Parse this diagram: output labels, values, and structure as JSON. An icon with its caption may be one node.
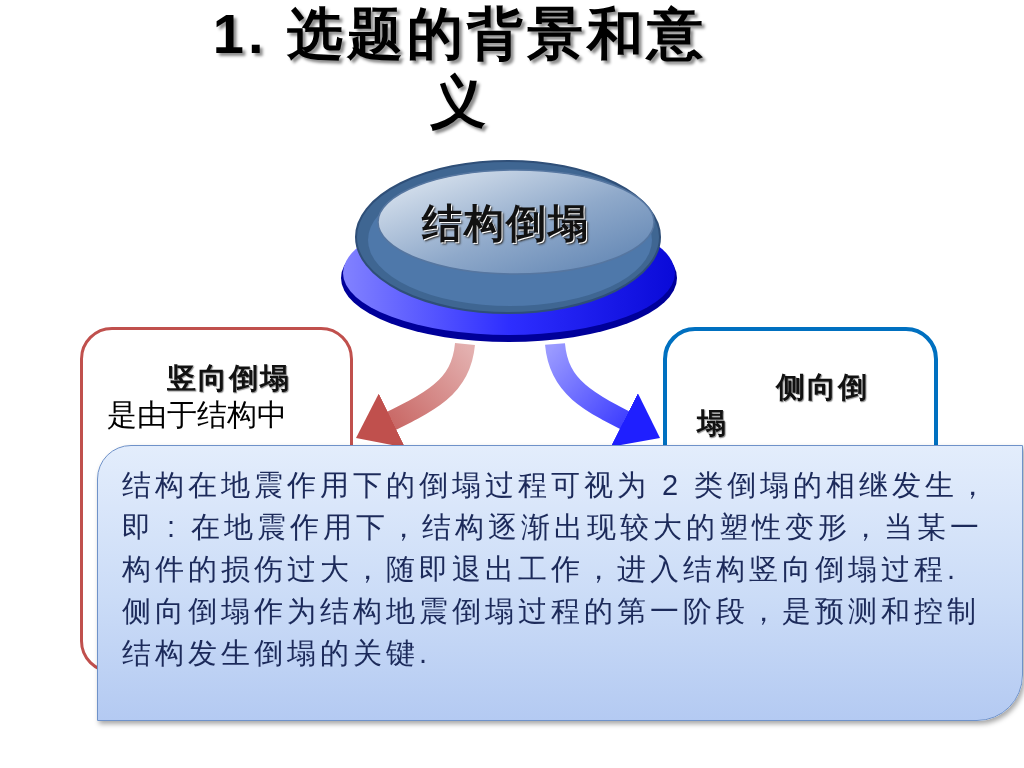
{
  "diagram": {
    "title": "1. 选题的背景和意义",
    "nodes": [
      {
        "text": [
          "结构倒塌"
        ]
      },
      {
        "text": [
          "竖向倒塌",
          "是由于结构中"
        ]
      },
      {
        "text": [
          "侧向倒塌"
        ]
      },
      {
        "text": [
          "结构在地震作用下的倒塌过程可视为 2 类倒塌的相继发生，即 : 在地震作用下，结构逐渐出现较大的塑性变形，当某一构件的损伤过大，随即退出工作，进入结构竖向倒塌过程. 侧向倒塌作为结构地震倒塌过程的第一阶段，是预测和控制结构发生倒塌的关键."
        ]
      }
    ],
    "edges": [
      {
        "from": 0,
        "to": 1,
        "arrow": "to",
        "color": "#c0504d"
      },
      {
        "from": 0,
        "to": 2,
        "arrow": "to",
        "color": "#1f1fff"
      }
    ]
  }
}
